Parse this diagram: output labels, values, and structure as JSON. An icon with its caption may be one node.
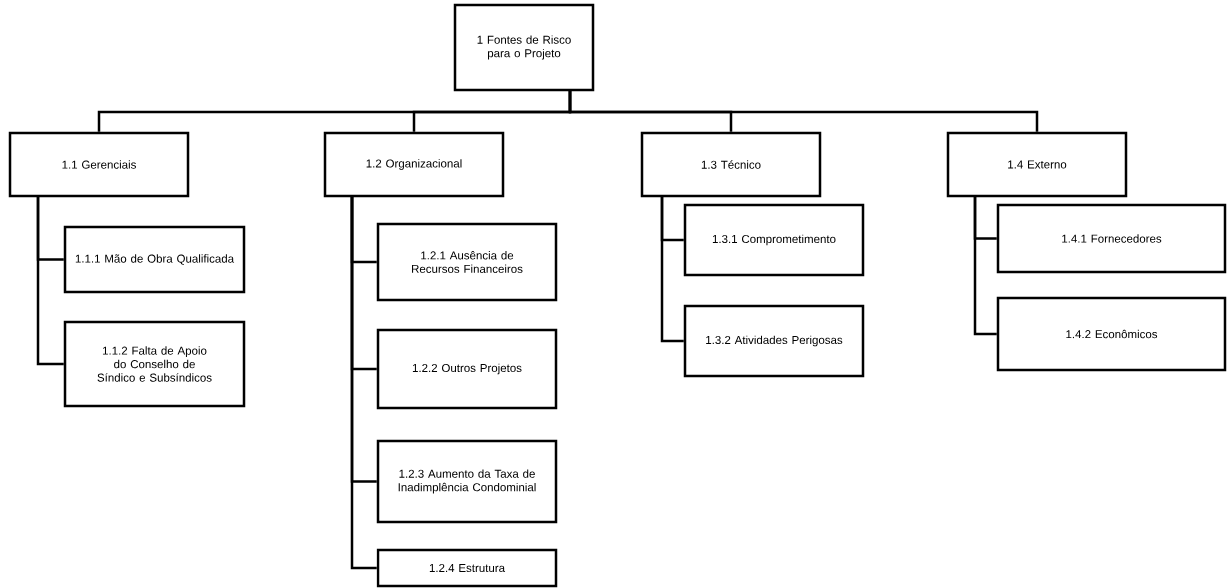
{
  "diagram": {
    "nodes": [
      {
        "text": [
          "1 Fontes de Risco para o Projeto"
        ]
      },
      {
        "text": [
          "1.1 Gerenciais"
        ]
      },
      {
        "text": [
          "1.1.1 Mão de Obra Qualificada"
        ]
      },
      {
        "text": [
          "1.1.2 Falta de Apoio do Conselho de Síndico e Subsíndicos"
        ]
      },
      {
        "text": [
          "1.2 Organizacional"
        ]
      },
      {
        "text": [
          "1.2.1 Ausência de Recursos Financeiros"
        ]
      },
      {
        "text": [
          "1.2.2 Outros Projetos"
        ]
      },
      {
        "text": [
          "1.2.3 Aumento da Taxa de Inadimplência Condominial"
        ]
      },
      {
        "text": [
          "1.2.4 Estrutura"
        ]
      },
      {
        "text": [
          "1.3 Técnico"
        ]
      },
      {
        "text": [
          "1.3.1 Comprometimento"
        ]
      },
      {
        "text": [
          "1.3.2 Atividades Perigosas"
        ]
      },
      {
        "text": [
          "1.4 Externo"
        ]
      },
      {
        "text": [
          "1.4.1 Fornecedores"
        ]
      },
      {
        "text": [
          "1.4.2 Econômicos"
        ]
      }
    ],
    "edges": [
      {
        "from": 0,
        "to": 1,
        "arrow": "none"
      },
      {
        "from": 0,
        "to": 4,
        "arrow": "none"
      },
      {
        "from": 0,
        "to": 9,
        "arrow": "none"
      },
      {
        "from": 0,
        "to": 12,
        "arrow": "none"
      },
      {
        "from": 1,
        "to": 2,
        "arrow": "none"
      },
      {
        "from": 1,
        "to": 3,
        "arrow": "none"
      },
      {
        "from": 4,
        "to": 5,
        "arrow": "none"
      },
      {
        "from": 4,
        "to": 6,
        "arrow": "none"
      },
      {
        "from": 4,
        "to": 7,
        "arrow": "none"
      },
      {
        "from": 4,
        "to": 8,
        "arrow": "none"
      },
      {
        "from": 9,
        "to": 10,
        "arrow": "none"
      },
      {
        "from": 9,
        "to": 11,
        "arrow": "none"
      },
      {
        "from": 12,
        "to": 13,
        "arrow": "none"
      },
      {
        "from": 12,
        "to": 14,
        "arrow": "none"
      }
    ]
  }
}
